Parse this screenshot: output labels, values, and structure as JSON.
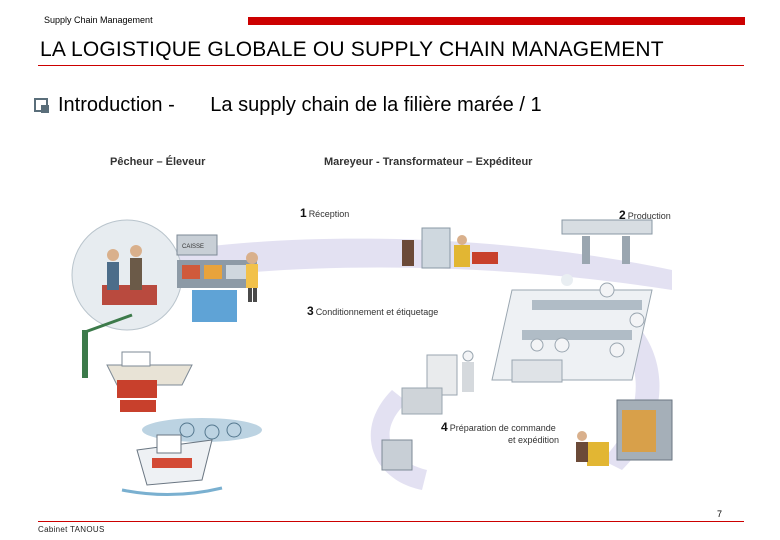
{
  "header": {
    "small_title": "Supply Chain Management"
  },
  "title": "LA LOGISTIQUE GLOBALE OU SUPPLY CHAIN MANAGEMENT",
  "subtitle": {
    "intro": "Introduction -",
    "text": "La supply chain de la filière marée / 1"
  },
  "figure": {
    "left_label": "Pêcheur – Éleveur",
    "right_label": "Mareyeur - Transformateur – Expéditeur",
    "crate_label": "CAISSE",
    "steps": [
      {
        "num": "1",
        "label": "Réception"
      },
      {
        "num": "2",
        "label": "Production"
      },
      {
        "num": "3",
        "label": "Conditionnement et étiquetage"
      },
      {
        "num": "4",
        "label": "Préparation de commande",
        "label2": "et expédition"
      }
    ]
  },
  "footer": {
    "page_number": "7",
    "company": "Cabinet TANOUS"
  },
  "colors": {
    "accent": "#cc0000",
    "bullet": "#5a6e7a",
    "flow": "#d8d6ec"
  }
}
